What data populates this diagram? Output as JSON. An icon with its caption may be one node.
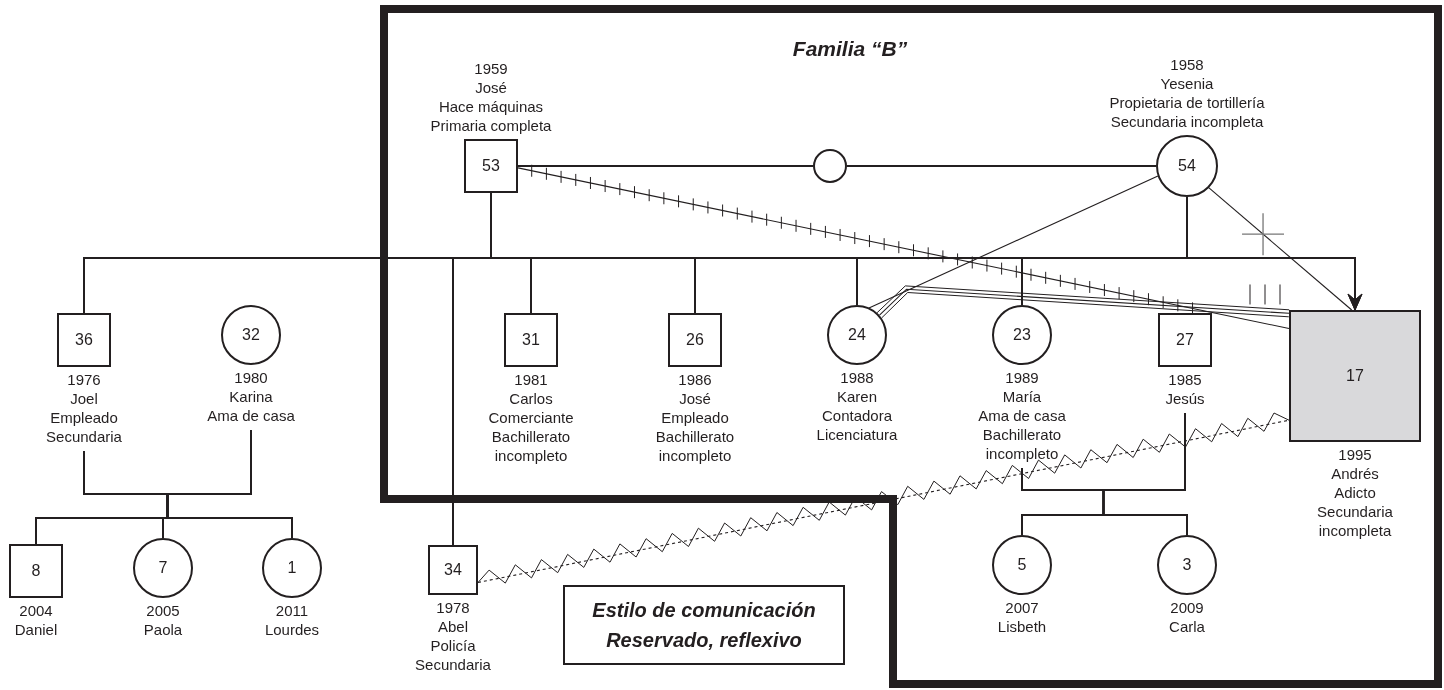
{
  "diagram": {
    "nodes": [
      {
        "text": [
          "Familia “B”"
        ]
      },
      {
        "text": [
          "53"
        ],
        "in": 0,
        "beside": [
          "1959",
          "José",
          "Hace máquinas",
          "Primaria completa"
        ]
      },
      {
        "text": [],
        "shape": "circle",
        "in": 0
      },
      {
        "text": [
          "54"
        ],
        "in": 0,
        "beside": [
          "1958",
          "Yesenia",
          "Propietaria de tortillería",
          "Secundaria incompleta"
        ]
      },
      {
        "text": [
          "36"
        ],
        "beside": [
          "1976",
          "Joel",
          "Empleado",
          "Secundaria"
        ]
      },
      {
        "text": [
          "32"
        ],
        "beside": [
          "1980",
          "Karina",
          "Ama de casa"
        ]
      },
      {
        "text": [
          "31"
        ],
        "in": 0,
        "beside": [
          "1981",
          "Carlos",
          "Comerciante",
          "Bachillerato incompleto"
        ]
      },
      {
        "text": [
          "26"
        ],
        "in": 0,
        "beside": [
          "1986",
          "José",
          "Empleado",
          "Bachillerato incompleto"
        ]
      },
      {
        "text": [
          "24"
        ],
        "in": 0,
        "beside": [
          "1988",
          "Karen",
          "Contadora",
          "Licenciatura"
        ]
      },
      {
        "text": [
          "23"
        ],
        "in": 0,
        "beside": [
          "1989",
          "María",
          "Ama de casa",
          "Bachillerato incompleto"
        ]
      },
      {
        "text": [
          "27"
        ],
        "in": 0,
        "beside": [
          "1985",
          "Jesús"
        ]
      },
      {
        "text": [
          "17"
        ],
        "in": 0,
        "beside": [
          "1995",
          "Andrés",
          "Adicto",
          "Secundaria incompleta"
        ]
      },
      {
        "text": [
          "8"
        ],
        "beside": [
          "2004",
          "Daniel"
        ]
      },
      {
        "text": [
          "7"
        ],
        "beside": [
          "2005",
          "Paola"
        ]
      },
      {
        "text": [
          "1"
        ],
        "beside": [
          "2011",
          "Lourdes"
        ]
      },
      {
        "text": [
          "34"
        ],
        "beside": [
          "1978",
          "Abel",
          "Policía",
          "Secundaria"
        ]
      },
      {
        "text": [
          "5"
        ],
        "in": 0,
        "beside": [
          "2007",
          "Lisbeth"
        ]
      },
      {
        "text": [
          "3"
        ],
        "in": 0,
        "beside": [
          "2009",
          "Carla"
        ]
      },
      {
        "text": [
          "Estilo de comunicación",
          "Reservado, reflexivo"
        ]
      }
    ],
    "edges": [
      {
        "from": 1,
        "to": 2,
        "arrow": "none"
      },
      {
        "from": 2,
        "to": 3,
        "arrow": "none"
      },
      {
        "from": 1,
        "to": 4,
        "arrow": "none"
      },
      {
        "from": 3,
        "to": 4,
        "arrow": "none"
      },
      {
        "from": 1,
        "to": 15,
        "arrow": "none"
      },
      {
        "from": 3,
        "to": 15,
        "arrow": "none"
      },
      {
        "from": 1,
        "to": 6,
        "arrow": "none"
      },
      {
        "from": 3,
        "to": 6,
        "arrow": "none"
      },
      {
        "from": 1,
        "to": 7,
        "arrow": "none"
      },
      {
        "from": 3,
        "to": 7,
        "arrow": "none"
      },
      {
        "from": 1,
        "to": 8,
        "arrow": "none"
      },
      {
        "from": 3,
        "to": 8,
        "arrow": "none"
      },
      {
        "from": 1,
        "to": 9,
        "arrow": "none"
      },
      {
        "from": 3,
        "to": 9,
        "arrow": "none"
      },
      {
        "from": 1,
        "to": 11,
        "arrow": "to"
      },
      {
        "from": 3,
        "to": 11,
        "arrow": "to"
      },
      {
        "from": 4,
        "to": 5,
        "arrow": "none"
      },
      {
        "from": 4,
        "to": 12,
        "arrow": "none"
      },
      {
        "from": 4,
        "to": 13,
        "arrow": "none"
      },
      {
        "from": 4,
        "to": 14,
        "arrow": "none"
      },
      {
        "from": 5,
        "to": 12,
        "arrow": "none"
      },
      {
        "from": 5,
        "to": 13,
        "arrow": "none"
      },
      {
        "from": 5,
        "to": 14,
        "arrow": "none"
      },
      {
        "from": 9,
        "to": 10,
        "arrow": "none"
      },
      {
        "from": 9,
        "to": 16,
        "arrow": "none"
      },
      {
        "from": 9,
        "to": 17,
        "arrow": "none"
      },
      {
        "from": 10,
        "to": 16,
        "arrow": "none"
      },
      {
        "from": 10,
        "to": 17,
        "arrow": "none"
      },
      {
        "from": 1,
        "to": 11,
        "arrow": "none"
      },
      {
        "from": 3,
        "to": 8,
        "arrow": "none"
      },
      {
        "from": 3,
        "to": 11,
        "arrow": "none"
      },
      {
        "from": 8,
        "to": 11,
        "arrow": "none"
      },
      {
        "from": 15,
        "to": 11,
        "arrow": "none",
        "style": "dashed"
      }
    ]
  }
}
